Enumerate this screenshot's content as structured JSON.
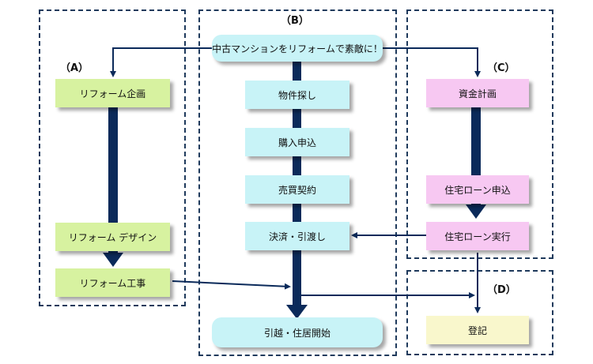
{
  "regions": {
    "a": "（A）",
    "b": "（B）",
    "c": "（C）",
    "d": "（D）"
  },
  "nodes": {
    "start": "中古マンションをリフォームで素敵に！",
    "reform_plan": "リフォーム企画",
    "reform_design": "リフォーム デザイン",
    "reform_work": "リフォーム工事",
    "property_search": "物件探し",
    "purchase_application": "購入申込",
    "sales_contract": "売買契約",
    "settlement": "決済・引渡し",
    "move_in": "引越・住居開始",
    "funding_plan": "資金計画",
    "loan_application": "住宅ローン申込",
    "loan_execution": "住宅ローン実行",
    "registration": "登記"
  },
  "colors": {
    "frame": "#1f3a5c",
    "arrow": "#0b2a5a",
    "green": "#d7f2a0",
    "cyan": "#c8f3f7",
    "pink": "#f7c8f2",
    "yellow": "#f9f7cc"
  }
}
